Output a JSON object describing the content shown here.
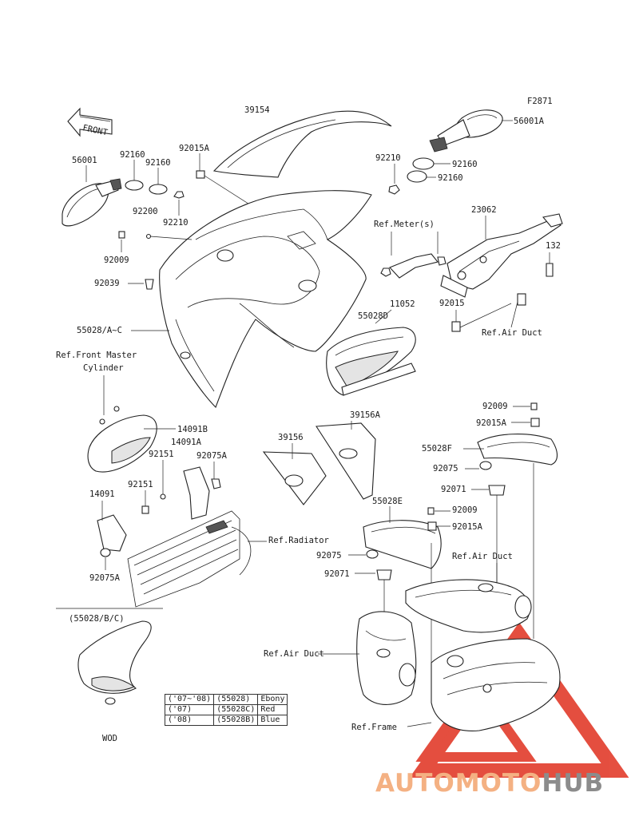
{
  "diagram_code": "F2871",
  "front_label": "FRONT",
  "parts": {
    "p39154": "39154",
    "p56001A": "56001A",
    "p56001": "56001",
    "p92160_a": "92160",
    "p92160_b": "92160",
    "p92015A_top": "92015A",
    "p92200": "92200",
    "p92210_left": "92210",
    "p92210_right": "92210",
    "p92160_r1": "92160",
    "p92160_r2": "92160",
    "p23062": "23062",
    "p132": "132",
    "p92009_left": "92009",
    "p92039": "92039",
    "p11052": "11052",
    "p55028D": "55028D",
    "p92015": "92015",
    "p55028AC": "55028/A~C",
    "p14091B": "14091B",
    "p14091A": "14091A",
    "p92151_a": "92151",
    "p92075A_a": "92075A",
    "p92151_b": "92151",
    "p14091": "14091",
    "p92075A_b": "92075A",
    "p39156A": "39156A",
    "p39156": "39156",
    "p92009_r1": "92009",
    "p92015A_r1": "92015A",
    "p55028F": "55028F",
    "p92075_r1": "92075",
    "p92071_r1": "92071",
    "p55028E": "55028E",
    "p92009_r2": "92009",
    "p92015A_r2": "92015A",
    "p92075_r2": "92075",
    "p92071_r2": "92071",
    "wod_group": "(55028/B/C)",
    "wod": "WOD"
  },
  "refs": {
    "meter": "Ref.Meter(s)",
    "air_duct_1": "Ref.Air Duct",
    "front_master": "Ref.Front Master",
    "front_master_2": "Cylinder",
    "radiator": "Ref.Radiator",
    "air_duct_2": "Ref.Air Duct",
    "air_duct_3": "Ref.Air Duct",
    "frame": "Ref.Frame"
  },
  "legend": [
    {
      "years": "('07~'08)",
      "part": "(55028)",
      "color": "Ebony"
    },
    {
      "years": "('07)",
      "part": "(55028C)",
      "color": "Red"
    },
    {
      "years": "('08)",
      "part": "(55028B)",
      "color": "Blue"
    }
  ],
  "watermark": {
    "part1": "AUTOMOTO",
    "part2": "HUB",
    "color1": "#f4b183",
    "color2": "#8c8c8c",
    "triangle_color": "#e0301e"
  }
}
